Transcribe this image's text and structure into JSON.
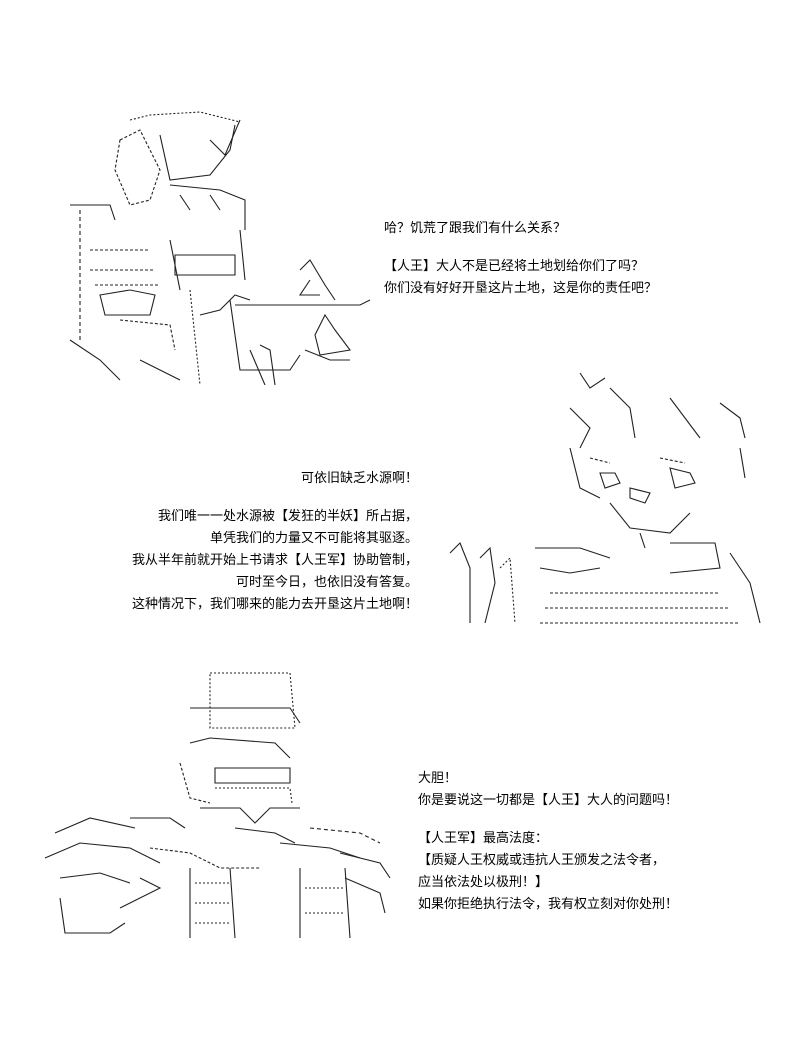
{
  "panel1": {
    "lines": [
      "哈？饥荒了跟我们有什么关系？",
      "",
      "【人王】大人不是已经将土地划给你们了吗？",
      "你们没有好好开垦这片土地，这是你的责任吧？"
    ]
  },
  "panel2": {
    "lines": [
      "可依旧缺乏水源啊！",
      "",
      "我们唯一一处水源被【发狂的半妖】所占据，",
      "单凭我们的力量又不可能将其驱逐。",
      "我从半年前就开始上书请求【人王军】协助管制，",
      "可时至今日，也依旧没有答复。",
      "这种情况下，我们哪来的能力去开垦这片土地啊！"
    ]
  },
  "panel3": {
    "lines": [
      "大胆！",
      "你是要说这一切都是【人王】大人的问题吗！",
      "",
      "【人王军】最高法度：",
      "【质疑人王权威或违抗人王颁发之法令者，",
      "应当依法处以极刑！】",
      "如果你拒绝执行法令，我有权立刻对你处刑！"
    ]
  }
}
